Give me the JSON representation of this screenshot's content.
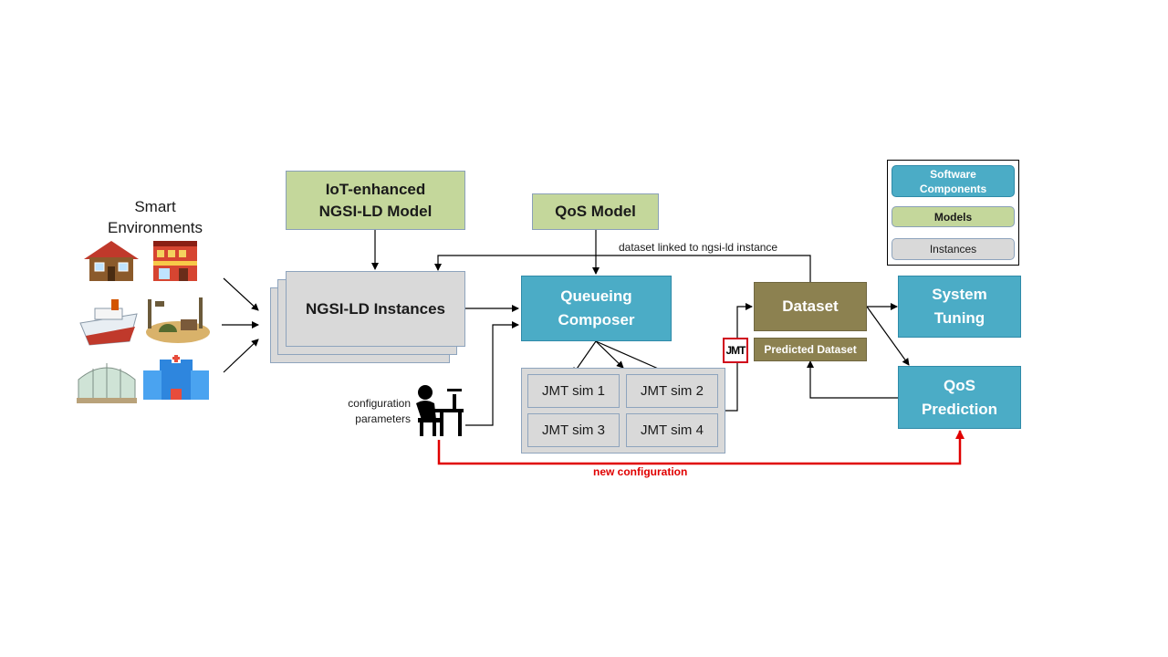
{
  "smart_env": {
    "title": "Smart\nEnvironments"
  },
  "nodes": {
    "iot_model": "IoT-enhanced\nNGSI-LD Model",
    "qos_model": "QoS Model",
    "ngsi_instances": "NGSI-LD Instances",
    "queueing_composer": "Queueing\nComposer",
    "dataset": "Dataset",
    "predicted_dataset": "Predicted Dataset",
    "system_tuning": "System\nTuning",
    "qos_prediction": "QoS\nPrediction",
    "jmt_logo": "JMT"
  },
  "sims": [
    "JMT sim 1",
    "JMT sim 2",
    "JMT sim 3",
    "JMT sim 4"
  ],
  "labels": {
    "dataset_link": "dataset linked to ngsi-ld instance",
    "config_params": "configuration\nparameters",
    "new_config": "new configuration"
  },
  "legend": {
    "software": "Software\nComponents",
    "models": "Models",
    "instances": "Instances"
  },
  "colors": {
    "software": "#4bacc6",
    "models": "#c4d79b",
    "instances": "#d9d9d9",
    "dataset": "#8c8150",
    "new_config_arrow": "#e00000"
  },
  "icons": [
    "house-icon",
    "shop-icon",
    "cruise-ship-icon",
    "military-camp-icon",
    "greenhouse-icon",
    "hospital-icon",
    "person-at-desk-icon",
    "jmt-logo-icon"
  ]
}
